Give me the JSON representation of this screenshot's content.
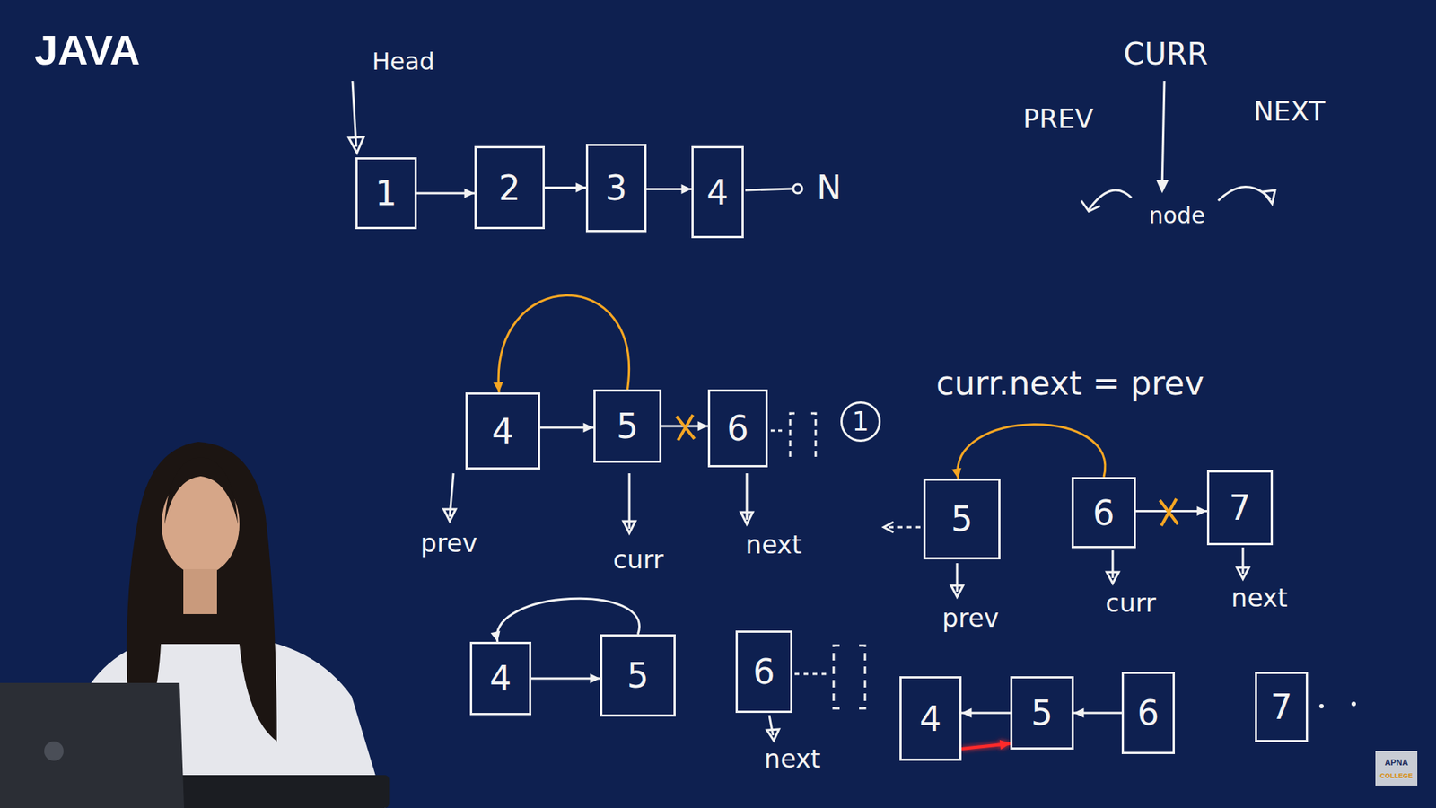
{
  "diagram": {
    "title": "JAVA",
    "nodes": [
      {
        "text": [
          "1"
        ]
      },
      {
        "text": [
          "2"
        ]
      },
      {
        "text": [
          "3"
        ]
      },
      {
        "text": [
          "4"
        ]
      },
      {
        "text": [
          "4"
        ]
      },
      {
        "text": [
          "5"
        ]
      },
      {
        "text": [
          "6"
        ]
      },
      {
        "text": [
          "1"
        ]
      },
      {
        "text": [
          "5"
        ]
      },
      {
        "text": [
          "6"
        ]
      },
      {
        "text": [
          "7"
        ]
      },
      {
        "text": [
          "4"
        ]
      },
      {
        "text": [
          "5"
        ]
      },
      {
        "text": [
          "6"
        ]
      },
      {
        "text": [
          "4"
        ]
      },
      {
        "text": [
          "5"
        ]
      },
      {
        "text": [
          "6"
        ]
      },
      {
        "text": [
          "7"
        ]
      }
    ],
    "edges": [
      {
        "from": 0,
        "to": 1,
        "arrow": "to"
      },
      {
        "from": 1,
        "to": 2,
        "arrow": "to"
      },
      {
        "from": 2,
        "to": 3,
        "arrow": "to"
      },
      {
        "from": 4,
        "to": 5,
        "arrow": "to"
      },
      {
        "from": 5,
        "to": 4,
        "arrow": "to"
      },
      {
        "from": 5,
        "to": 6,
        "arrow": "to"
      },
      {
        "from": 9,
        "to": 8,
        "arrow": "to"
      },
      {
        "from": 9,
        "to": 10,
        "arrow": "to"
      },
      {
        "from": 11,
        "to": 12,
        "arrow": "to"
      },
      {
        "from": 12,
        "to": 11,
        "arrow": "to"
      },
      {
        "from": 15,
        "to": 14,
        "arrow": "to"
      },
      {
        "from": 16,
        "to": 15,
        "arrow": "to"
      },
      {
        "from": 14,
        "to": 15,
        "arrow": "to"
      }
    ],
    "labels": [
      "Head",
      "N",
      "CURR",
      "PREV",
      "NEXT",
      "node",
      "prev",
      "curr",
      "next",
      "curr.next = prev",
      "prev",
      "curr",
      "next",
      "next",
      "APNA",
      "COLLEGE"
    ]
  }
}
